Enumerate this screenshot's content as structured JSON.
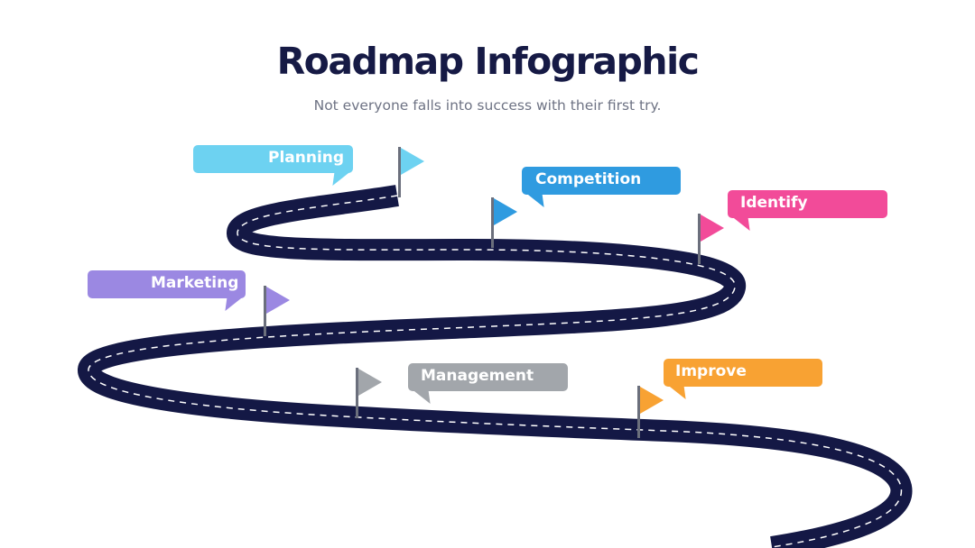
{
  "title": "Roadmap Infographic",
  "subtitle": "Not everyone falls into success with their first try.",
  "colors": {
    "road": "#141845",
    "road_dash": "#ffffff",
    "pole": "#6b6f7c"
  },
  "milestones": [
    {
      "label": "Planning",
      "color": "#6dd2f1"
    },
    {
      "label": "Competition",
      "color": "#2f9be0"
    },
    {
      "label": "Identify",
      "color": "#f24b99"
    },
    {
      "label": "Marketing",
      "color": "#9b88e2"
    },
    {
      "label": "Management",
      "color": "#a2a6ab"
    },
    {
      "label": "Improve",
      "color": "#f8a233"
    }
  ]
}
